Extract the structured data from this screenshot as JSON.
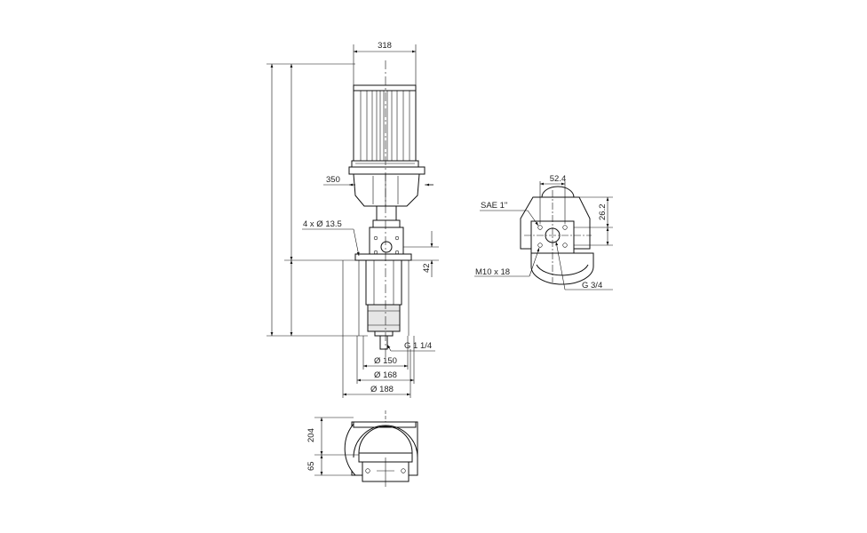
{
  "dimensions": {
    "motor_width": "318",
    "flange_width": "350",
    "bolt_holes": "4 x Ø 13.5",
    "inlet_height": "42",
    "pipe_thread": "G 1 1/4",
    "dia_150": "Ø 150",
    "dia_168": "Ø 168",
    "dia_188": "Ø 188",
    "base_204": "204",
    "base_65": "65",
    "port_width": "52.4",
    "port_height": "26.2",
    "sae_label": "SAE 1\"",
    "m10_label": "M10 x 18",
    "g34_label": "G 3/4"
  }
}
